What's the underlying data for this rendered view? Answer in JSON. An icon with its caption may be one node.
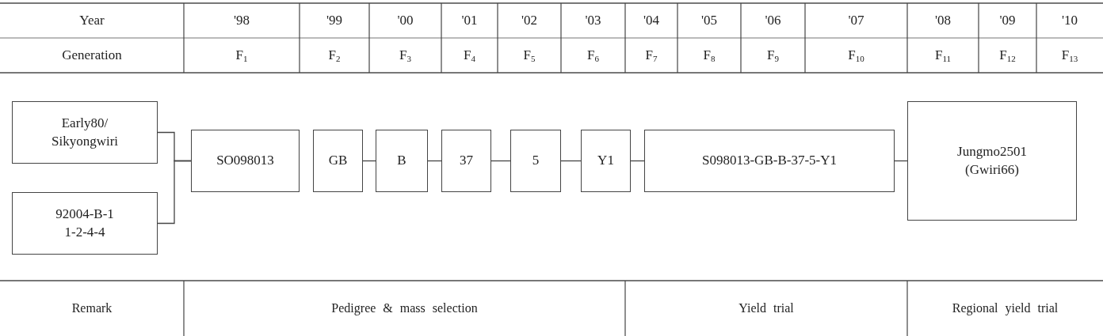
{
  "diagram": {
    "nodes": [
      {
        "text": [
          "Early80/ Sikyongwiri"
        ]
      },
      {
        "text": [
          "92004-B-1 1-2-4-4"
        ]
      },
      {
        "text": [
          "SO098013"
        ]
      },
      {
        "text": [
          "GB"
        ]
      },
      {
        "text": [
          "B"
        ]
      },
      {
        "text": [
          "37"
        ]
      },
      {
        "text": [
          "5"
        ]
      },
      {
        "text": [
          "Y1"
        ]
      },
      {
        "text": [
          "S098013-GB-B-37-5-Y1"
        ]
      },
      {
        "text": [
          "Jungmo2501 (Gwiri66)"
        ]
      }
    ],
    "edges": [
      {
        "from": 0,
        "to": 2,
        "arrow": "none"
      },
      {
        "from": 1,
        "to": 2,
        "arrow": "none"
      },
      {
        "from": 3,
        "to": 4,
        "arrow": "none"
      },
      {
        "from": 4,
        "to": 5,
        "arrow": "none"
      },
      {
        "from": 5,
        "to": 6,
        "arrow": "none"
      },
      {
        "from": 6,
        "to": 7,
        "arrow": "none"
      },
      {
        "from": 7,
        "to": 8,
        "arrow": "none"
      },
      {
        "from": 8,
        "to": 9,
        "arrow": "none"
      }
    ],
    "labels": [
      "Year",
      "'98",
      "'99",
      "'00",
      "'01",
      "'02",
      "'03",
      "'04",
      "'05",
      "'06",
      "'07",
      "'08",
      "'09",
      "'10",
      "Generation",
      "F$_{1}$",
      "F$_{2}$",
      "F$_{3}$",
      "F$_{4}$",
      "F$_{5}$",
      "F$_{6}$",
      "F$_{7}$",
      "F$_{8}$",
      "F$_{9}$",
      "F$_{10}$",
      "F$_{11}$",
      "F$_{12}$",
      "F$_{13}$",
      "Remark",
      "Pedigree & mass selection",
      "Yield trial",
      "Regional yield trial"
    ]
  }
}
